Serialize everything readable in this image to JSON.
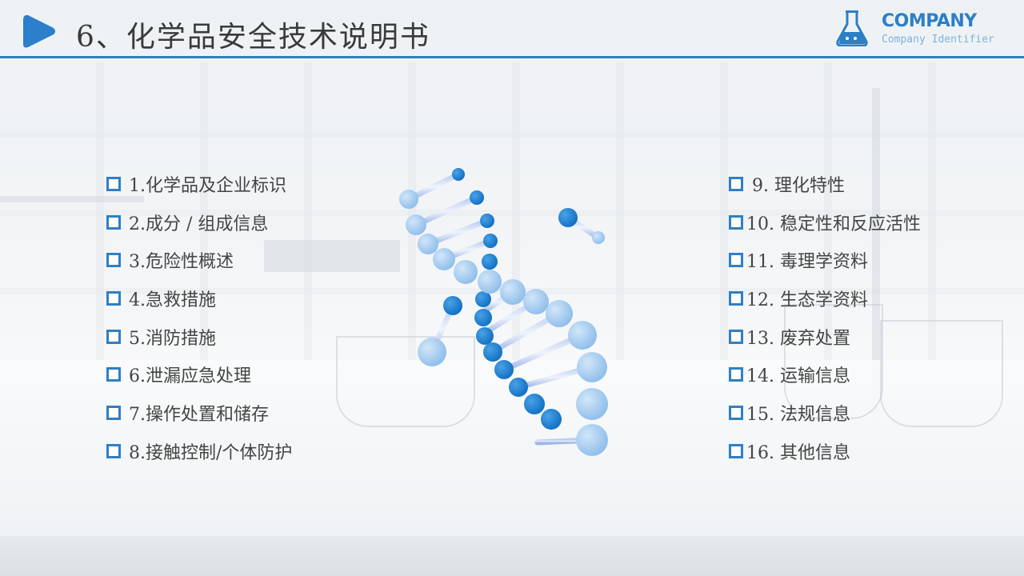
{
  "header": {
    "title": "6、化学品安全技术说明书",
    "play_icon": "play-triangle-icon",
    "rule_color": "#2f7fc4"
  },
  "logo": {
    "icon": "flask-icon",
    "company": "COMPANY",
    "identifier": "Company Identifier",
    "color": "#2b7fc7"
  },
  "sections_left": [
    {
      "label": "1.化学品及企业标识"
    },
    {
      "label": "2.成分 / 组成信息"
    },
    {
      "label": "3.危险性概述"
    },
    {
      "label": "4.急救措施"
    },
    {
      "label": "5.消防措施"
    },
    {
      "label": "6.泄漏应急处理"
    },
    {
      "label": "7.操作处置和储存"
    },
    {
      "label": "8.接触控制/个体防护"
    }
  ],
  "sections_right": [
    {
      "label": " 9. 理化特性"
    },
    {
      "label": "10. 稳定性和反应活性"
    },
    {
      "label": "11. 毒理学资料"
    },
    {
      "label": "12. 生态学资料"
    },
    {
      "label": "13. 废弃处置"
    },
    {
      "label": "14. 运输信息"
    },
    {
      "label": "15. 法规信息"
    },
    {
      "label": "16. 其他信息"
    }
  ],
  "illustration": {
    "icon": "dna-helix-icon",
    "dark_color": "#1d7fcf",
    "light_color": "#9fc8ef"
  }
}
